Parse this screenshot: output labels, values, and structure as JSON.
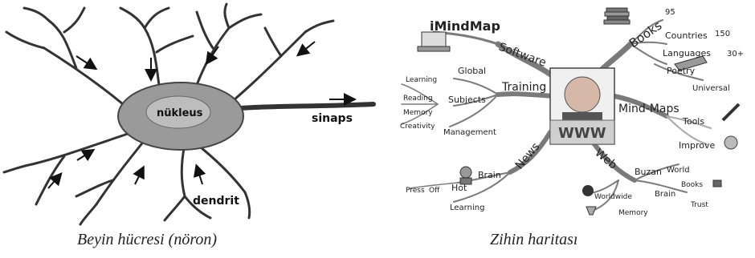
{
  "neuron": {
    "nucleus_label": "nükleus",
    "synapse_label": "sinaps",
    "dendrite_label": "dendrit",
    "caption": "Beyin hücresi (nöron)"
  },
  "mindmap": {
    "caption": "Zihin haritası",
    "center_icon": "portrait-photo-icon",
    "branches": {
      "software": "Software",
      "imindmap": "iMindMap",
      "books": "Books",
      "count_95": "95",
      "countries": "Countries",
      "count_150": "150",
      "languages": "Languages",
      "count_30": "30+",
      "poetry": "Poetry",
      "universal": "Universal",
      "training": "Training",
      "global": "Global",
      "subjects": "Subjects",
      "learning_top": "Learning",
      "reading": "Reading",
      "memory_left": "Memory",
      "creativity": "Creativity",
      "management": "Management",
      "mind_maps": "Mind-Maps",
      "tools": "Tools",
      "improve": "Improve",
      "news": "News",
      "brain_left": "Brain",
      "hot": "Hot",
      "off": "Off",
      "press": "Press",
      "learning_bottom": "Learning",
      "web": "Web",
      "buzan": "Buzan",
      "world": "World",
      "books_small": "Books",
      "brain_right": "Brain",
      "trust": "Trust",
      "worldwide": "Worldwide",
      "memory_bottom": "Memory"
    }
  }
}
